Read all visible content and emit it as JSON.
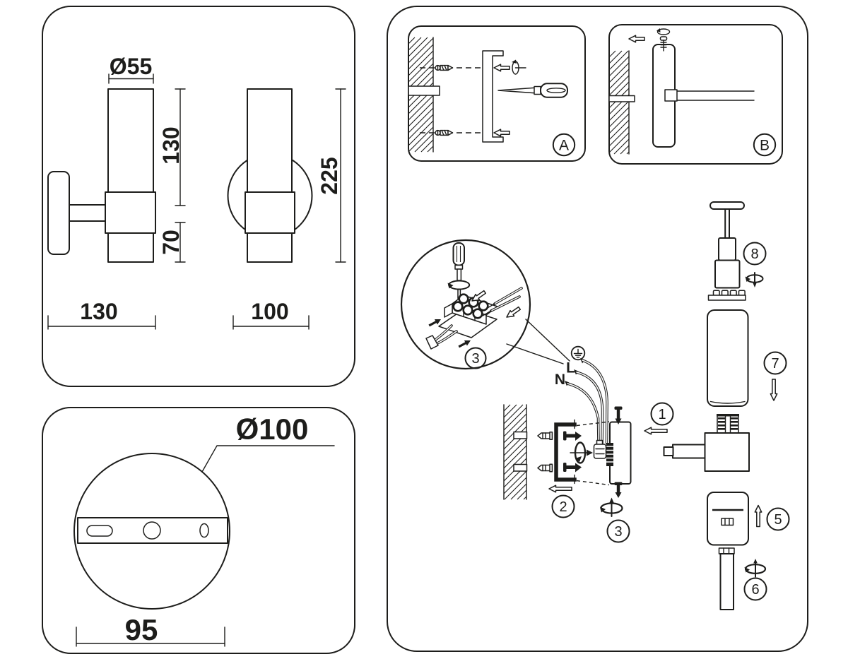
{
  "colors": {
    "ink": "#1d1d1b",
    "paper": "#ffffff"
  },
  "sheet": {
    "dim_panel": {
      "shade_diameter": "Ø55",
      "upper_length": "130",
      "lower_length": "70",
      "total_height": "225",
      "depth": "130",
      "width": "100"
    },
    "plate_panel": {
      "plate_diameter": "Ø100",
      "hole_spacing": "95"
    },
    "install_panel": {
      "inset_a_label": "A",
      "inset_b_label": "B",
      "line_label": "L",
      "neutral_label": "N",
      "detail_step": "3",
      "step1": "1",
      "step2": "2",
      "step3": "3",
      "step5": "5",
      "step6": "6",
      "step7": "7",
      "step8": "8"
    }
  }
}
